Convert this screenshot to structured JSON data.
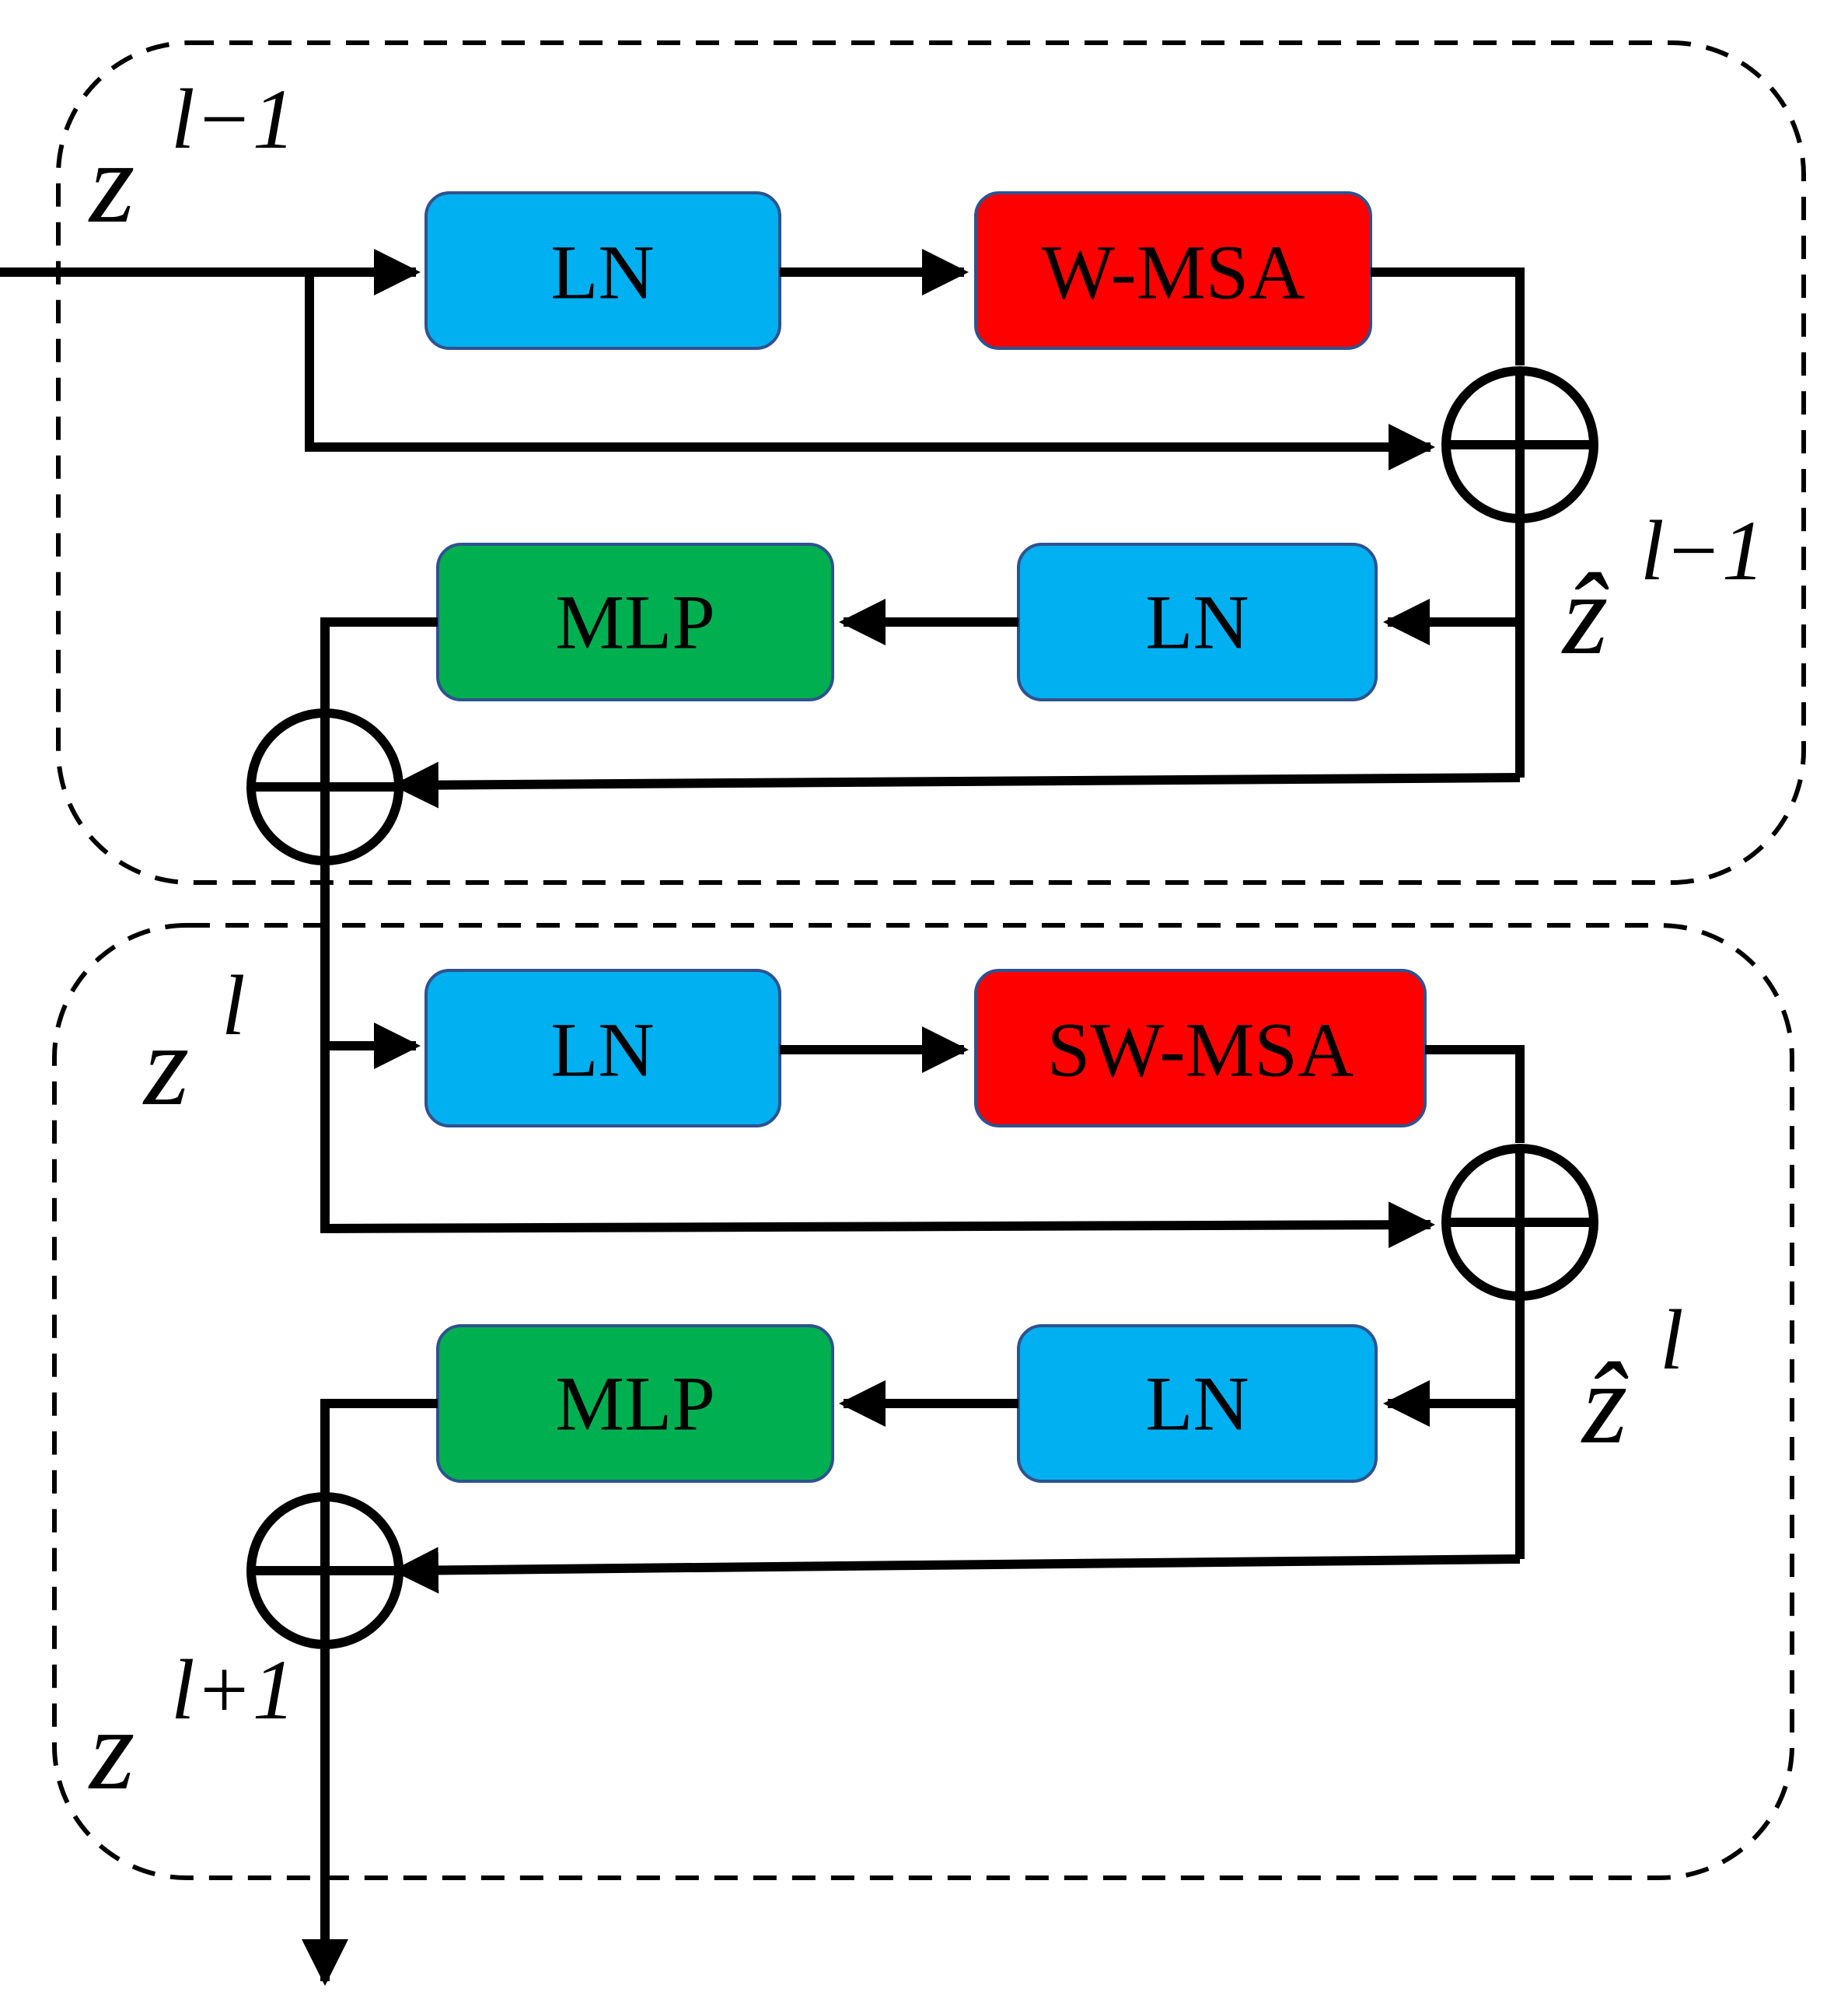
{
  "colors": {
    "ln_fill": "#00b0f0",
    "msa_fill": "#ff0000",
    "mlp_fill": "#00b050",
    "box_border": "#2f528f",
    "line": "#000000",
    "background": "#ffffff"
  },
  "blocks": [
    {
      "input_var": {
        "base": "z",
        "sup": "l−1"
      },
      "ln1_label": "LN",
      "msa_label": "W-MSA",
      "mid_var": {
        "base": "ẑ",
        "sup": "l−1"
      },
      "ln2_label": "LN",
      "mlp_label": "MLP"
    },
    {
      "input_var": {
        "base": "z",
        "sup": "l"
      },
      "ln1_label": "LN",
      "msa_label": "SW-MSA",
      "mid_var": {
        "base": "ẑ",
        "sup": "l"
      },
      "ln2_label": "LN",
      "mlp_label": "MLP"
    }
  ],
  "output_var": {
    "base": "z",
    "sup": "l+1"
  }
}
